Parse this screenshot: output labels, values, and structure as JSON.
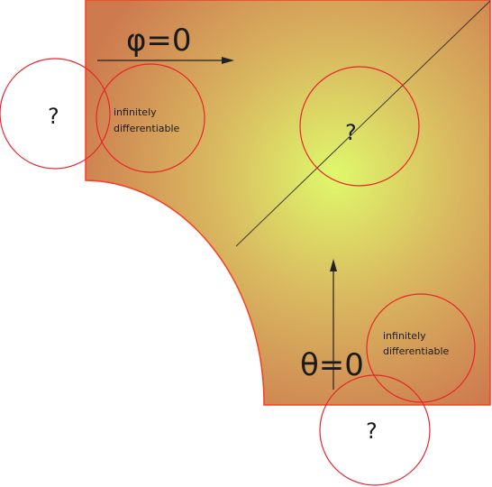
{
  "labels": {
    "phi_zero": "φ=0",
    "theta_zero": "θ=0",
    "unknown": "?",
    "smooth_line1": "infinitely",
    "smooth_line2": "differentiable"
  },
  "colors": {
    "region_center": "#d9f56a",
    "region_mid": "#d9b35f",
    "region_edge": "#cf7f50",
    "region_border": "#ff3b1f",
    "circle": "#e8242a",
    "line": "#222222"
  }
}
